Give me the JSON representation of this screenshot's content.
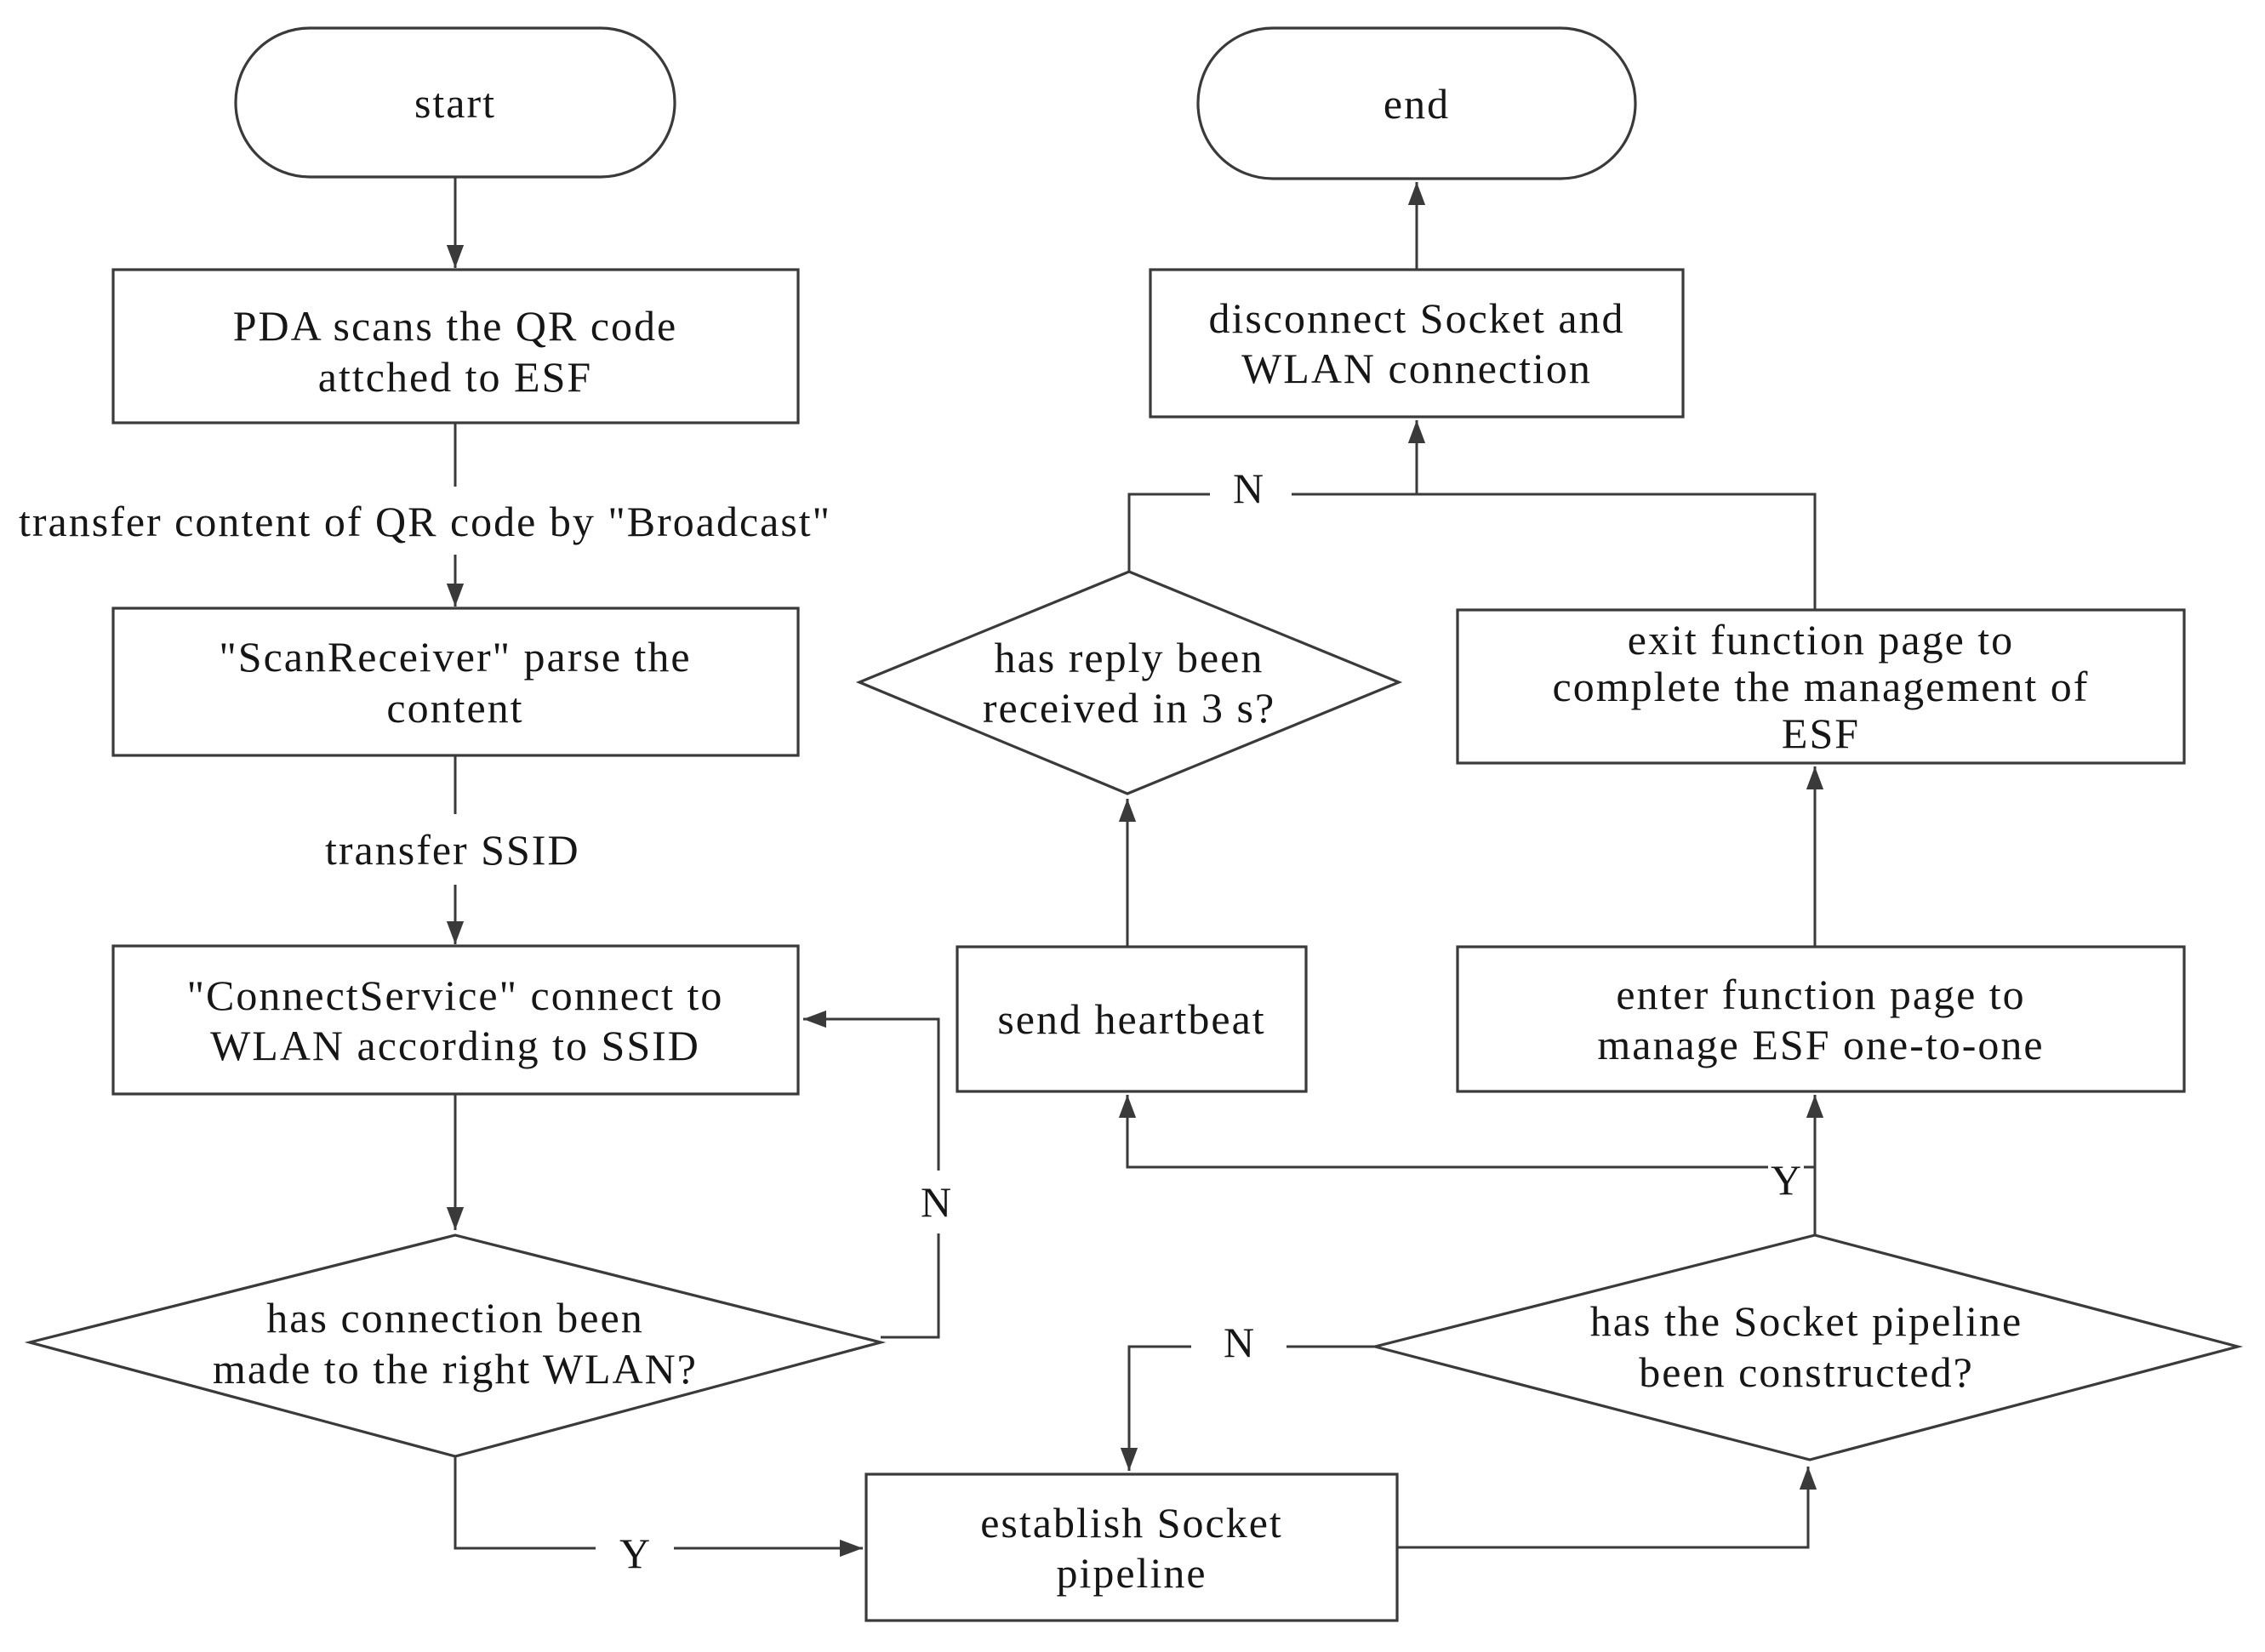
{
  "flowchart": {
    "colors": {
      "background": "#ffffff",
      "line": "#3a3a3a",
      "text": "#161616"
    },
    "nodes": {
      "start": {
        "type": "terminator",
        "label": "start"
      },
      "pda_scan": {
        "type": "process",
        "lines": [
          "PDA scans the QR code",
          "attched to ESF"
        ]
      },
      "scan_receiver": {
        "type": "process",
        "lines": [
          "\"ScanReceiver\" parse the",
          "content"
        ]
      },
      "connect_service": {
        "type": "process",
        "lines": [
          "\"ConnectService\" connect to",
          "WLAN according to SSID"
        ]
      },
      "wlan_decision": {
        "type": "decision",
        "lines": [
          "has connection been",
          "made to the right WLAN?"
        ]
      },
      "establish_socket": {
        "type": "process",
        "lines": [
          "establish Socket",
          "pipeline"
        ]
      },
      "socket_decision": {
        "type": "decision",
        "lines": [
          "has the Socket pipeline",
          "been constructed?"
        ]
      },
      "enter_function": {
        "type": "process",
        "lines": [
          "enter function page to",
          "manage ESF one-to-one"
        ]
      },
      "exit_function": {
        "type": "process",
        "lines": [
          "exit function page to",
          "complete the management of",
          "ESF"
        ]
      },
      "send_heartbeat": {
        "type": "process",
        "lines": [
          "send heartbeat"
        ]
      },
      "reply_decision": {
        "type": "decision",
        "lines": [
          "has reply been",
          "received in 3 s?"
        ]
      },
      "disconnect": {
        "type": "process",
        "lines": [
          "disconnect Socket and",
          "WLAN connection"
        ]
      },
      "end": {
        "type": "terminator",
        "label": "end"
      }
    },
    "edge_labels": {
      "broadcast": "transfer content of QR code by \"Broadcast\"",
      "transfer_ssid": "transfer SSID",
      "wlan_no": "N",
      "wlan_yes": "Y",
      "socket_no": "N",
      "socket_yes": "Y",
      "reply_no": "N"
    }
  }
}
